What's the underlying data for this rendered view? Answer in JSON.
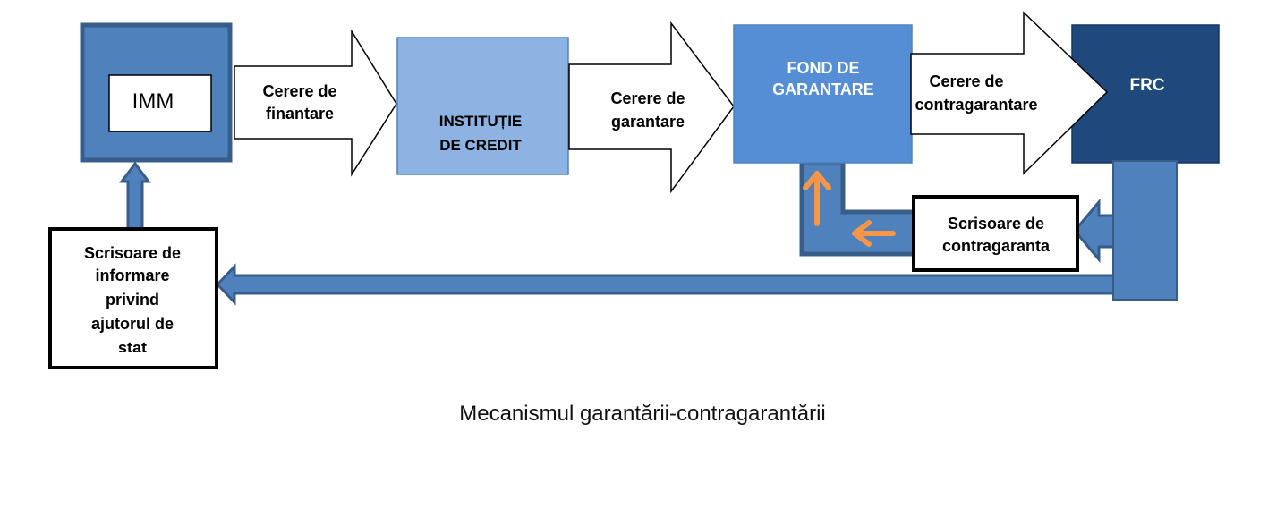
{
  "diagram": {
    "nodes": {
      "imm": "IMM",
      "institutie": [
        "INSTITUȚIE",
        "DE CREDIT"
      ],
      "fond": [
        "FOND DE",
        "GARANTARE"
      ],
      "frc": "FRC",
      "scrisoare_contra": [
        "Scrisoare de",
        "contragaranta"
      ],
      "scrisoare_info": [
        "Scrisoare de",
        "informare",
        "privind",
        "ajutorul de",
        "stat"
      ]
    },
    "arrows": {
      "cerere_finantare": [
        "Cerere de",
        "finantare"
      ],
      "cerere_garantare": [
        "Cerere de",
        "garantare"
      ],
      "cerere_contragarantare": [
        "Cerere de",
        "contragarantare"
      ]
    },
    "colors": {
      "imm_fill": "#4f81bd",
      "institutie_fill": "#8db3e2",
      "fond_fill": "#558ed5",
      "frc_fill": "#1f497d",
      "connector_fill": "#4f81bd",
      "connector_stroke": "#385d8a",
      "orange_arrow": "#f79646"
    }
  },
  "caption": "Mecanismul garantării-contragarantării"
}
